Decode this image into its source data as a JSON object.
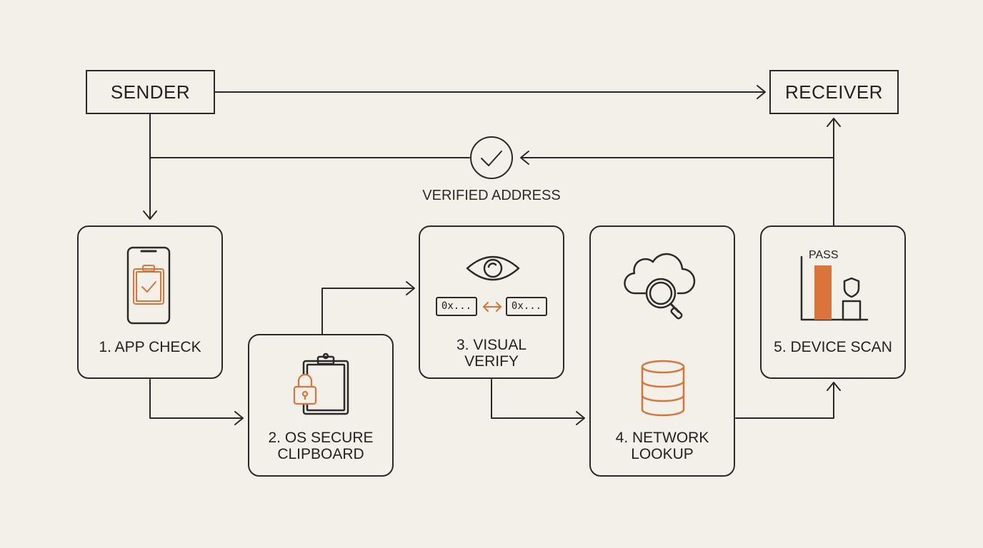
{
  "diagram": {
    "sender_label": "SENDER",
    "receiver_label": "RECEIVER",
    "verified_label": "VERIFIED ADDRESS",
    "steps": [
      {
        "label": "1. APP CHECK"
      },
      {
        "label": "2. OS SECURE\nCLIPBOARD"
      },
      {
        "label": "3. VISUAL\nVERIFY"
      },
      {
        "label": "4. NETWORK\nLOOKUP"
      },
      {
        "label": "5. DEVICE SCAN"
      }
    ],
    "address_left": "0x...",
    "address_right": "0x...",
    "pass_label": "PASS"
  },
  "colors": {
    "background": "#f3f0e9",
    "stroke": "#2a2a2a",
    "accent": "#d9743a"
  },
  "icons": {
    "step1": "phone-clipboard-check-icon",
    "step2": "clipboard-lock-icon",
    "step3": "eye-icon",
    "step4_top": "cloud-search-icon",
    "step4_bottom": "database-icon",
    "step5": "bar-shield-icon",
    "verified": "check-circle-icon"
  }
}
